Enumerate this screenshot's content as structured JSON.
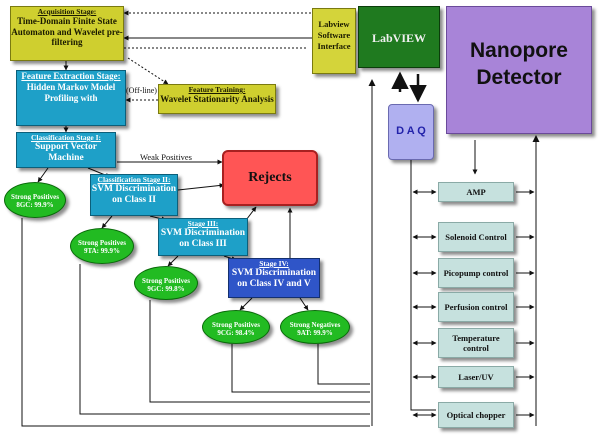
{
  "acquisition": {
    "label": "Acquisition Stage:",
    "body": "Time-Domain Finite State Automaton and Wavelet pre-filtering"
  },
  "feature_extraction": {
    "label": "Feature Extraction Stage:",
    "body": "Hidden Markov Model Profiling with"
  },
  "feature_training": {
    "label": "Feature Training:",
    "body": "Wavelet Stationarity Analysis"
  },
  "offline_label": "(Off-line)",
  "stage1": {
    "label": "Classification Stage I:",
    "body": "Support Vector Machine"
  },
  "weak_positives": "Weak Positives",
  "rejects": "Rejects",
  "stage2": {
    "label": "Classification Stage II:",
    "body": "SVM Discrimination on Class II"
  },
  "stage3": {
    "label": "Stage III:",
    "body": "SVM Discrimination on Class III"
  },
  "stage4": {
    "label": "Stage IV:",
    "body": "SVM Discrimination on Class IV and V"
  },
  "ellipses": [
    {
      "title": "Strong Positives",
      "value": "8GC: 99.9%"
    },
    {
      "title": "Strong Positives",
      "value": "9TA: 99.9%"
    },
    {
      "title": "Strong Positives",
      "value": "9GC: 99.8%"
    },
    {
      "title": "Strong Positives",
      "value": "9CG: 98.4%"
    },
    {
      "title": "Strong Negatives",
      "value": "9AT: 99.9%"
    }
  ],
  "labview_software": "Labview Software Interface",
  "labview": "LabVIEW",
  "nanopore": "Nanopore Detector",
  "daq": "D A Q",
  "devices": [
    "AMP",
    "Solenoid Control",
    "Picopump control",
    "Perfusion control",
    "Temperature control",
    "Laser/UV",
    "Optical chopper"
  ],
  "colors": {
    "yellow": "#cfcf2f",
    "teal": "#1ea0c8",
    "blue": "#2f55c8",
    "green": "#22bb22",
    "rejects": "#ff5555",
    "labview": "#1f7a1f",
    "nanopore": "#a884d8",
    "daq": "#b0b0f0",
    "device": "#c6e1de"
  }
}
